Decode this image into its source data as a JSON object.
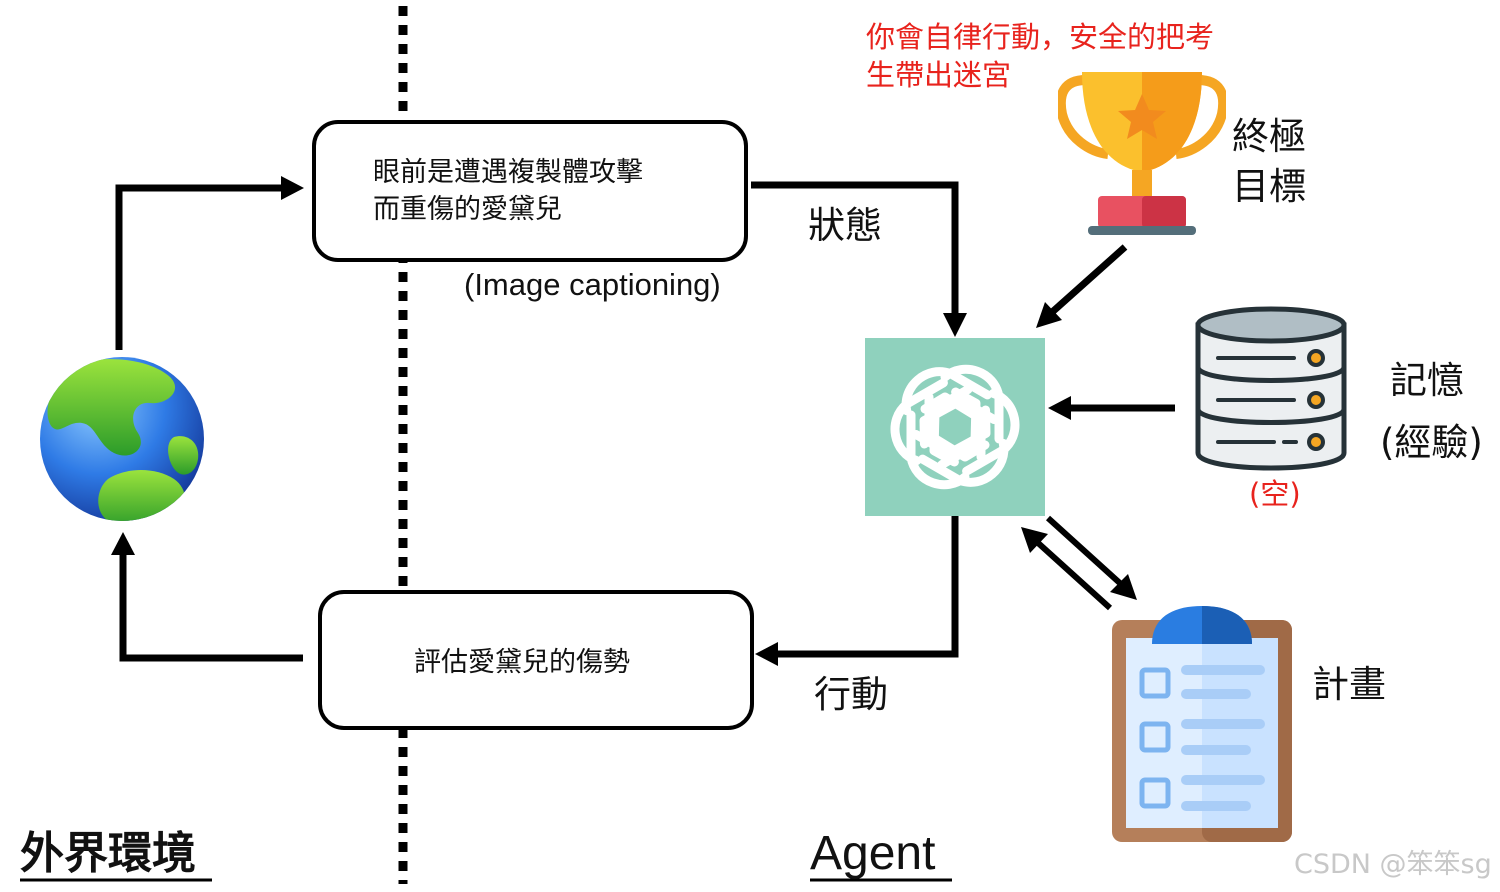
{
  "environment": {
    "label": "外界環境",
    "state_box_lines": [
      "眼前是遭遇複製體攻擊",
      "而重傷的愛黛兒"
    ],
    "captioning_note": "(Image captioning)",
    "action_box_text": "評估愛黛兒的傷勢"
  },
  "agent": {
    "label": "Agent",
    "state_label": "狀態",
    "action_label": "行動"
  },
  "goal": {
    "instruction_lines": [
      "你會自律行動，安全的把考",
      "生帶出迷宮"
    ],
    "label_lines": [
      "終極",
      "目標"
    ]
  },
  "memory": {
    "label_lines": [
      "記憶",
      "(經驗)"
    ],
    "status": "(空)"
  },
  "plan": {
    "label": "計畫"
  },
  "watermark": "CSDN @笨笨sg",
  "colors": {
    "agent_tile": "#8fd1bd",
    "accent_red": "#e8231d",
    "trophy_gold": "#fbc02d",
    "plan_blue": "#1e73d6"
  }
}
